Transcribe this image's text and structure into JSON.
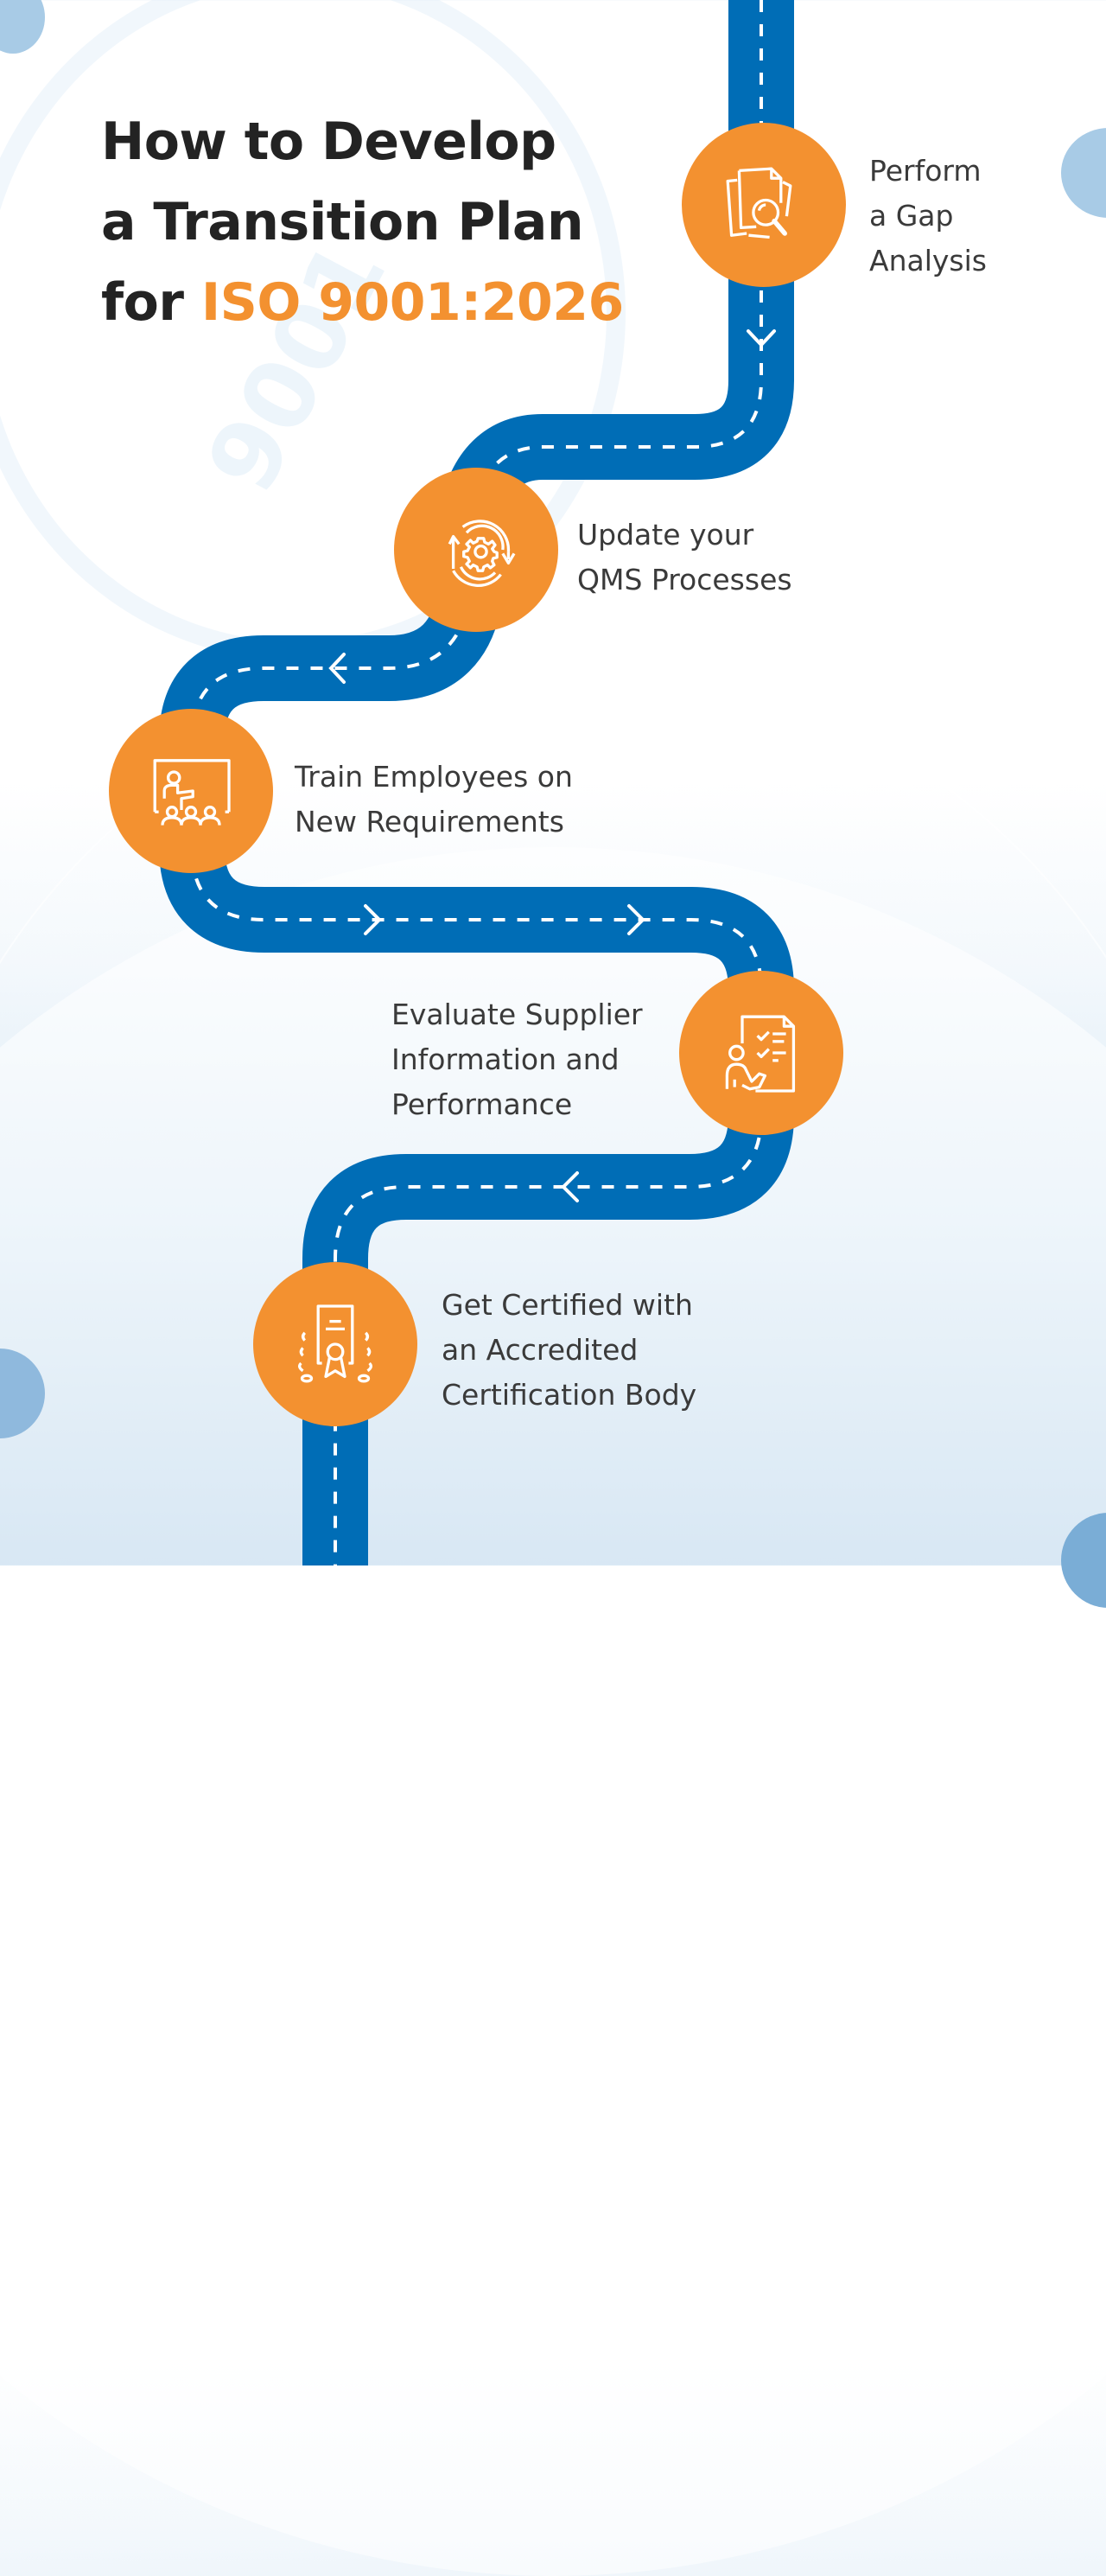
{
  "title": {
    "line1": "How to Develop",
    "line2": "a Transition Plan",
    "line3_prefix": "for ",
    "line3_accent": "ISO 9001:2026"
  },
  "colors": {
    "road": "#006DB6",
    "step_circle": "#F39130",
    "accent_text": "#F39130",
    "title_text": "#232323",
    "body_text": "#3a3a3a",
    "decor_circle": "#a8cbe6"
  },
  "steps": [
    {
      "order": 1,
      "icon": "document-search-icon",
      "lines": [
        "Perform",
        "a Gap",
        "Analysis"
      ]
    },
    {
      "order": 2,
      "icon": "gear-cycle-icon",
      "lines": [
        "Update your",
        "QMS Processes"
      ]
    },
    {
      "order": 3,
      "icon": "presentation-training-icon",
      "lines": [
        "Train Employees on",
        "New Requirements"
      ]
    },
    {
      "order": 4,
      "icon": "supplier-checklist-icon",
      "lines": [
        "Evaluate Supplier",
        "Information and",
        "Performance"
      ]
    },
    {
      "order": 5,
      "icon": "certificate-award-icon",
      "lines": [
        "Get Certified with",
        "an Accredited",
        "Certification Body"
      ]
    }
  ],
  "road_arrows": [
    "down",
    "left",
    "right",
    "right",
    "left"
  ],
  "watermark": "9001"
}
